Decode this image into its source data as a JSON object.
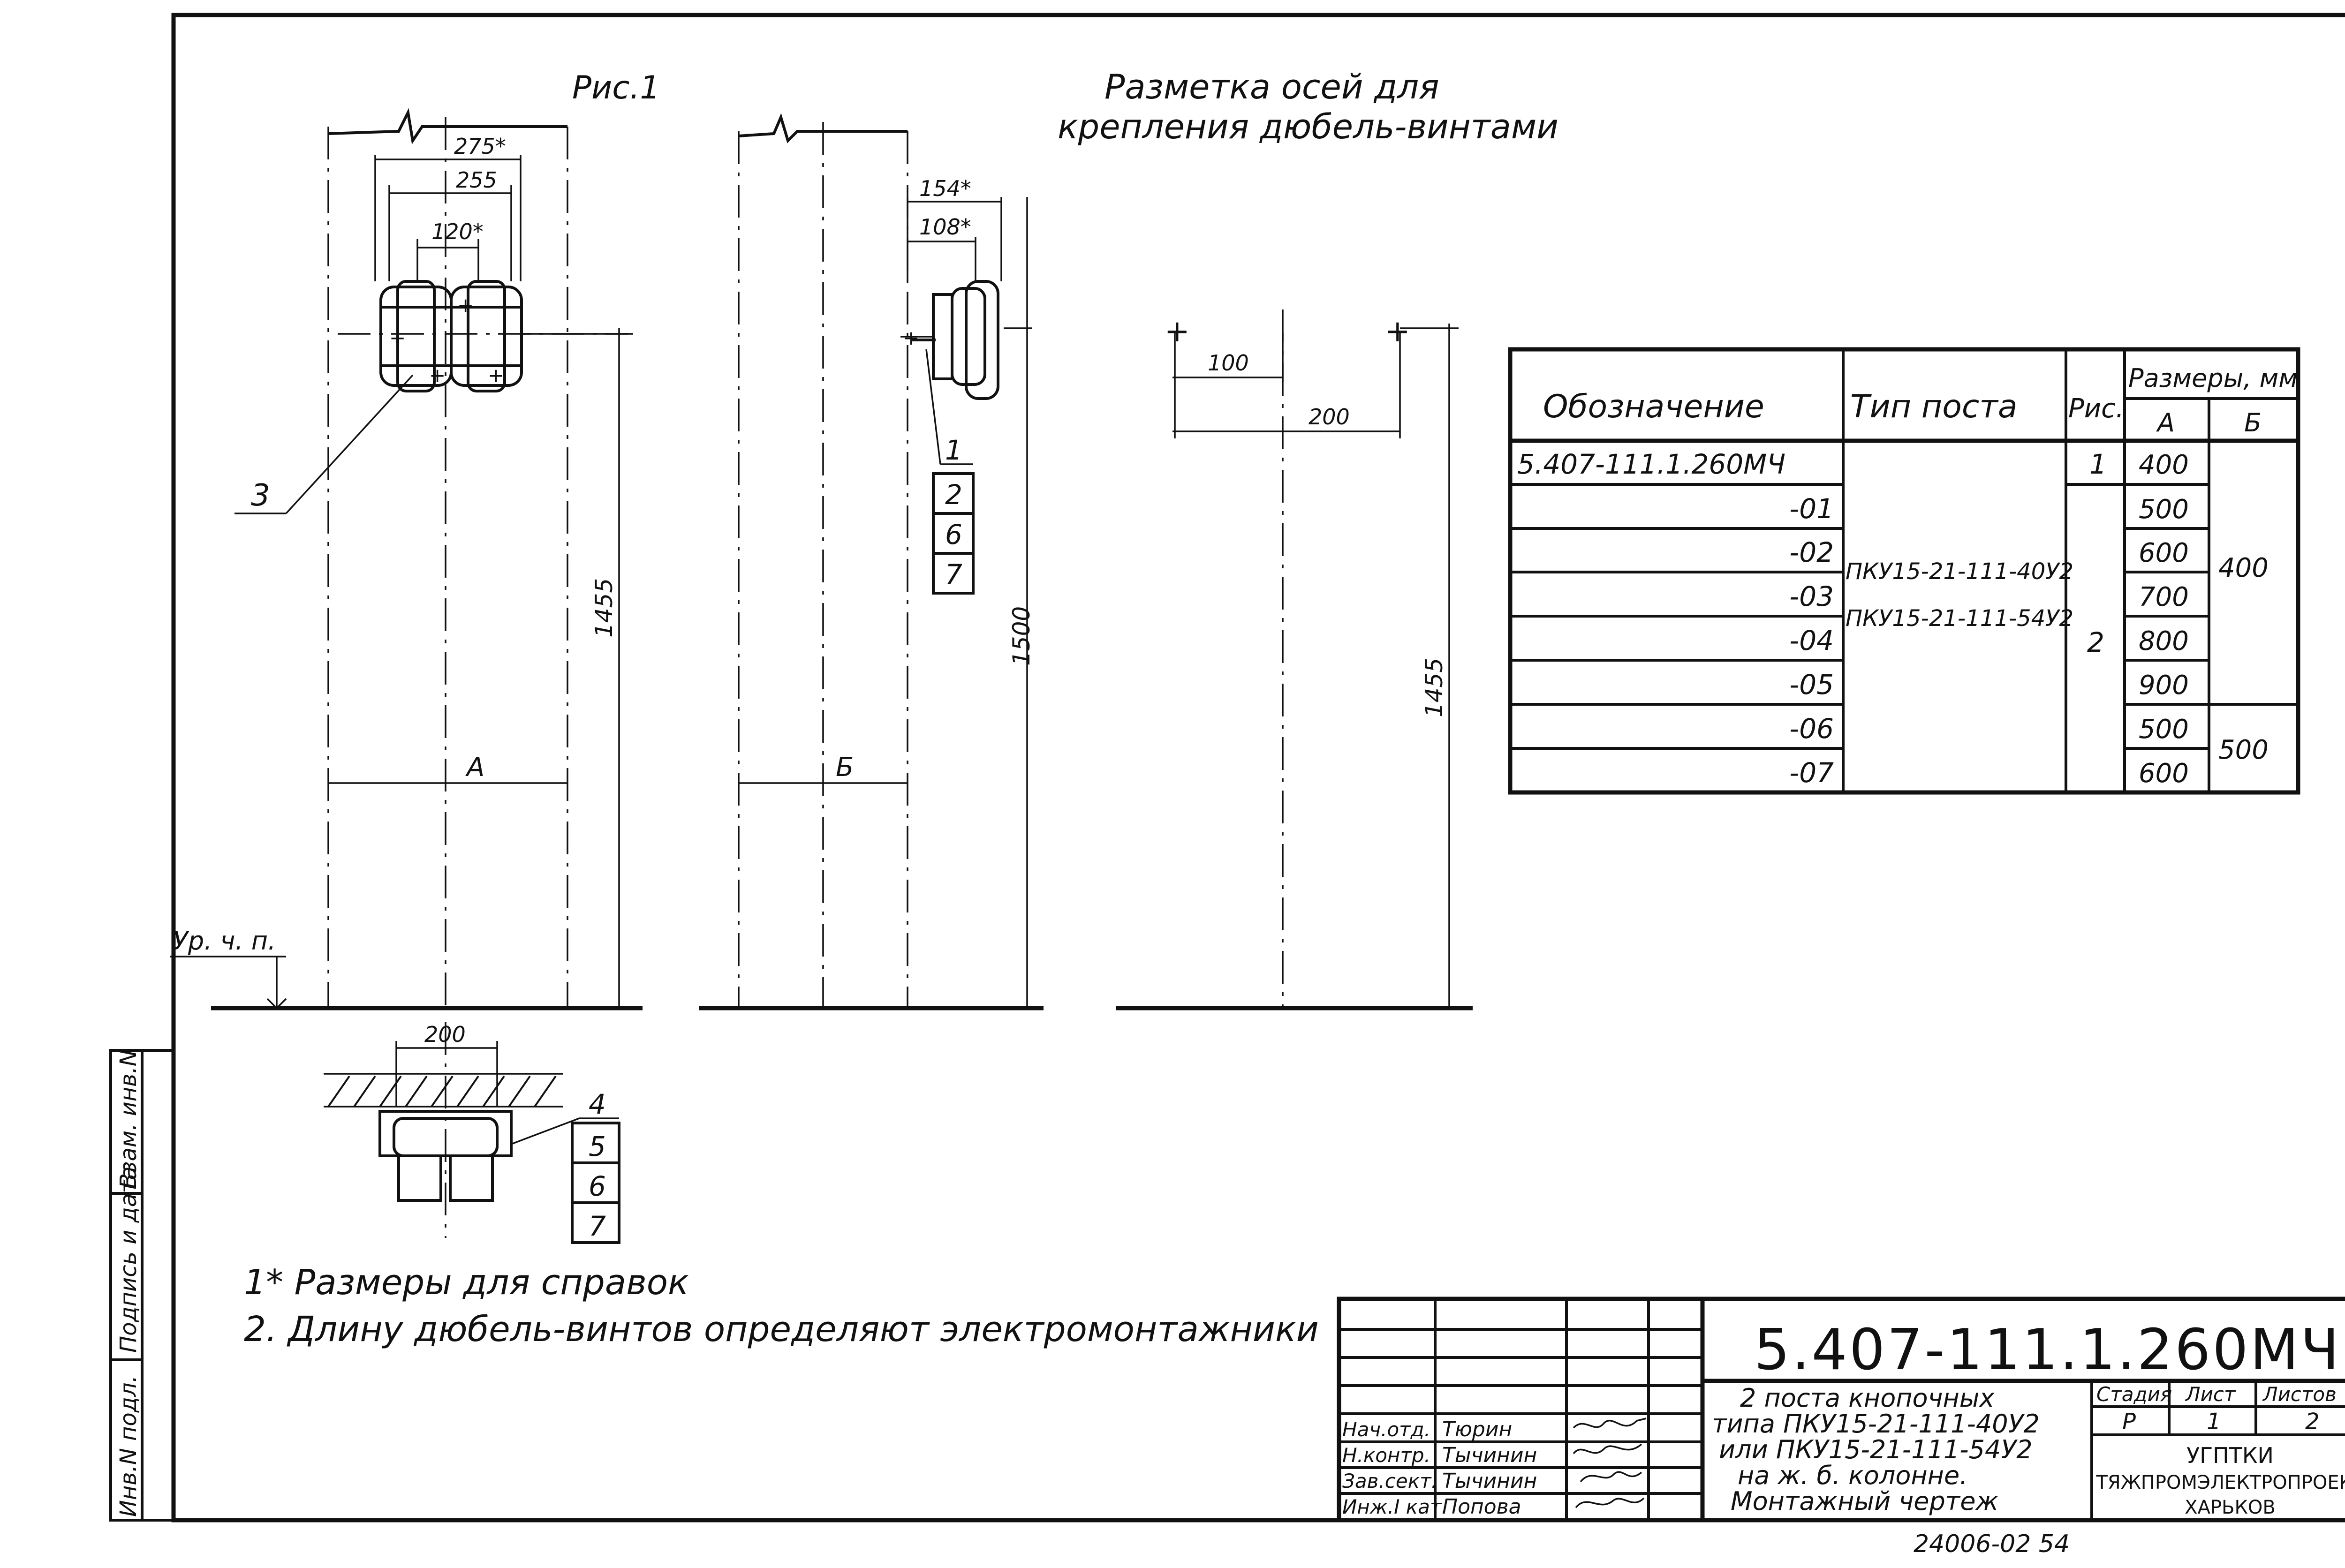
{
  "fig_label": "Рис.1",
  "axes_title": {
    "line1": "Разметка осей для",
    "line2": "крепления дюбель-винтами"
  },
  "view_a": {
    "dims": [
      "275*",
      "255",
      "120*"
    ],
    "height_dim": "1455",
    "width_label": "А",
    "callout": "3",
    "floor_label": "Ур. ч. п."
  },
  "view_b": {
    "dims": [
      "154*",
      "108*"
    ],
    "height_dim": "1500",
    "width_label": "Б",
    "callouts": [
      "1",
      "2",
      "6",
      "7"
    ]
  },
  "view_axes": {
    "dims": [
      "100",
      "200"
    ],
    "height_dim": "1455"
  },
  "plan": {
    "dim": "200",
    "callouts": [
      "4",
      "5",
      "6",
      "7"
    ]
  },
  "table": {
    "headers": {
      "designation": "Обозначение",
      "post_type": "Тип поста",
      "fig": "Рис.",
      "sizes": "Размеры, мм",
      "a": "А",
      "b": "Б"
    },
    "designations": [
      "5.407-111.1.260МЧ",
      "-01",
      "-02",
      "-03",
      "-04",
      "-05",
      "-06",
      "-07"
    ],
    "post_type_lines": [
      "ПКУ15-21-111-40У2",
      "ПКУ15-21-111-54У2"
    ],
    "fig_values": [
      "1",
      "2"
    ],
    "a_values": [
      "400",
      "500",
      "600",
      "700",
      "800",
      "900",
      "500",
      "600"
    ],
    "b_values": [
      "400",
      "500"
    ]
  },
  "notes": [
    "1* Размеры для справок",
    "2. Длину дюбель-винтов определяют электромонтажники"
  ],
  "side_stamp": [
    "Инв.N подл.",
    "Подпись и дата",
    "Взам. инв.N"
  ],
  "title_block": {
    "code": "5.407-111.1.260МЧ",
    "description": [
      "2 поста кнопочных",
      "типа ПКУ15-21-111-40У2",
      "или ПКУ15-21-111-54У2",
      "на ж. б. колонне.",
      "Монтажный чертеж"
    ],
    "roles": [
      "Нач.отд.",
      "Н.контр.",
      "Зав.сект.",
      "Инж.I кат."
    ],
    "names": [
      "Тюрин",
      "Тычинин",
      "Тычинин",
      "Попова"
    ],
    "stage_header": "Стадия",
    "sheet_header": "Лист",
    "sheets_header": "Листов",
    "stage": "Р",
    "sheet": "1",
    "sheets": "2",
    "org": [
      "УГПТКИ",
      "ТЯЖПРОМЭЛЕКТРОПРОЕКТ",
      "ХАРЬКОВ"
    ]
  },
  "archive_number": "24006-02 54"
}
